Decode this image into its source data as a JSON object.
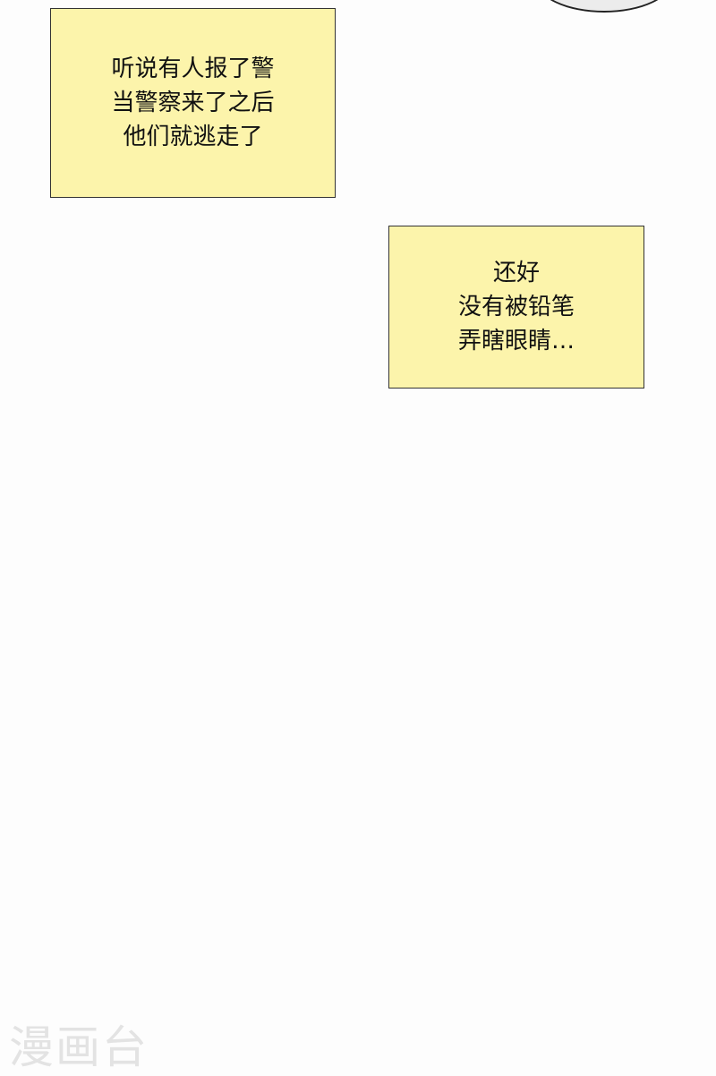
{
  "panel": {
    "caption_1": {
      "lines": [
        "听说有人报了警",
        "当警察来了之后",
        "他们就逃走了"
      ]
    },
    "caption_2": {
      "lines": [
        "还好",
        "没有被铅笔",
        "弄瞎眼睛…"
      ]
    }
  },
  "watermark": "漫画台",
  "colors": {
    "caption_bg": "#fcf4ab",
    "caption_border": "#333333",
    "background": "#fdfdfd"
  }
}
